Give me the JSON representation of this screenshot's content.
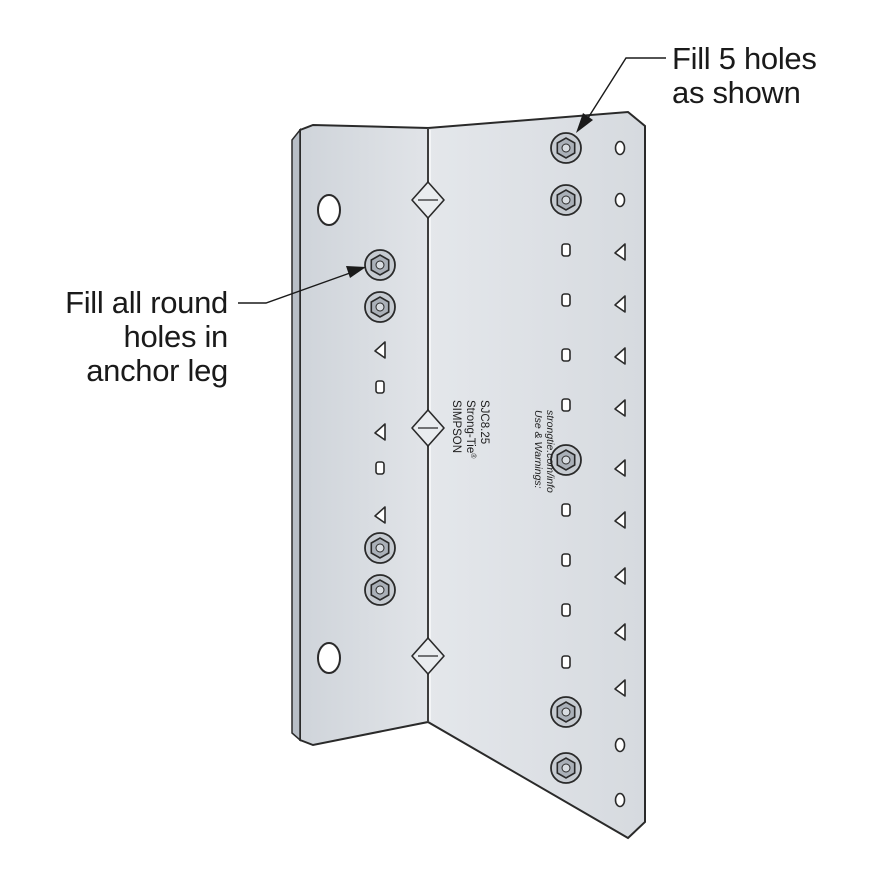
{
  "callouts": {
    "right": {
      "line1": "Fill 5 holes",
      "line2": "as shown"
    },
    "left": {
      "line1": "Fill all round",
      "line2": "holes in",
      "line3": "anchor leg"
    }
  },
  "engraving": {
    "brand": "SIMPSON",
    "product": "Strong-Tie",
    "registered": "®",
    "model": "SJC8.25",
    "use_warning": "Use & Warnings:",
    "website": "strongtie.com/info"
  },
  "colors": {
    "plate_left": "#d9dde2",
    "plate_right": "#e6e9ed",
    "outline": "#2a2a2a",
    "bolt": "#b9bec5",
    "text": "#1a1a1a"
  }
}
